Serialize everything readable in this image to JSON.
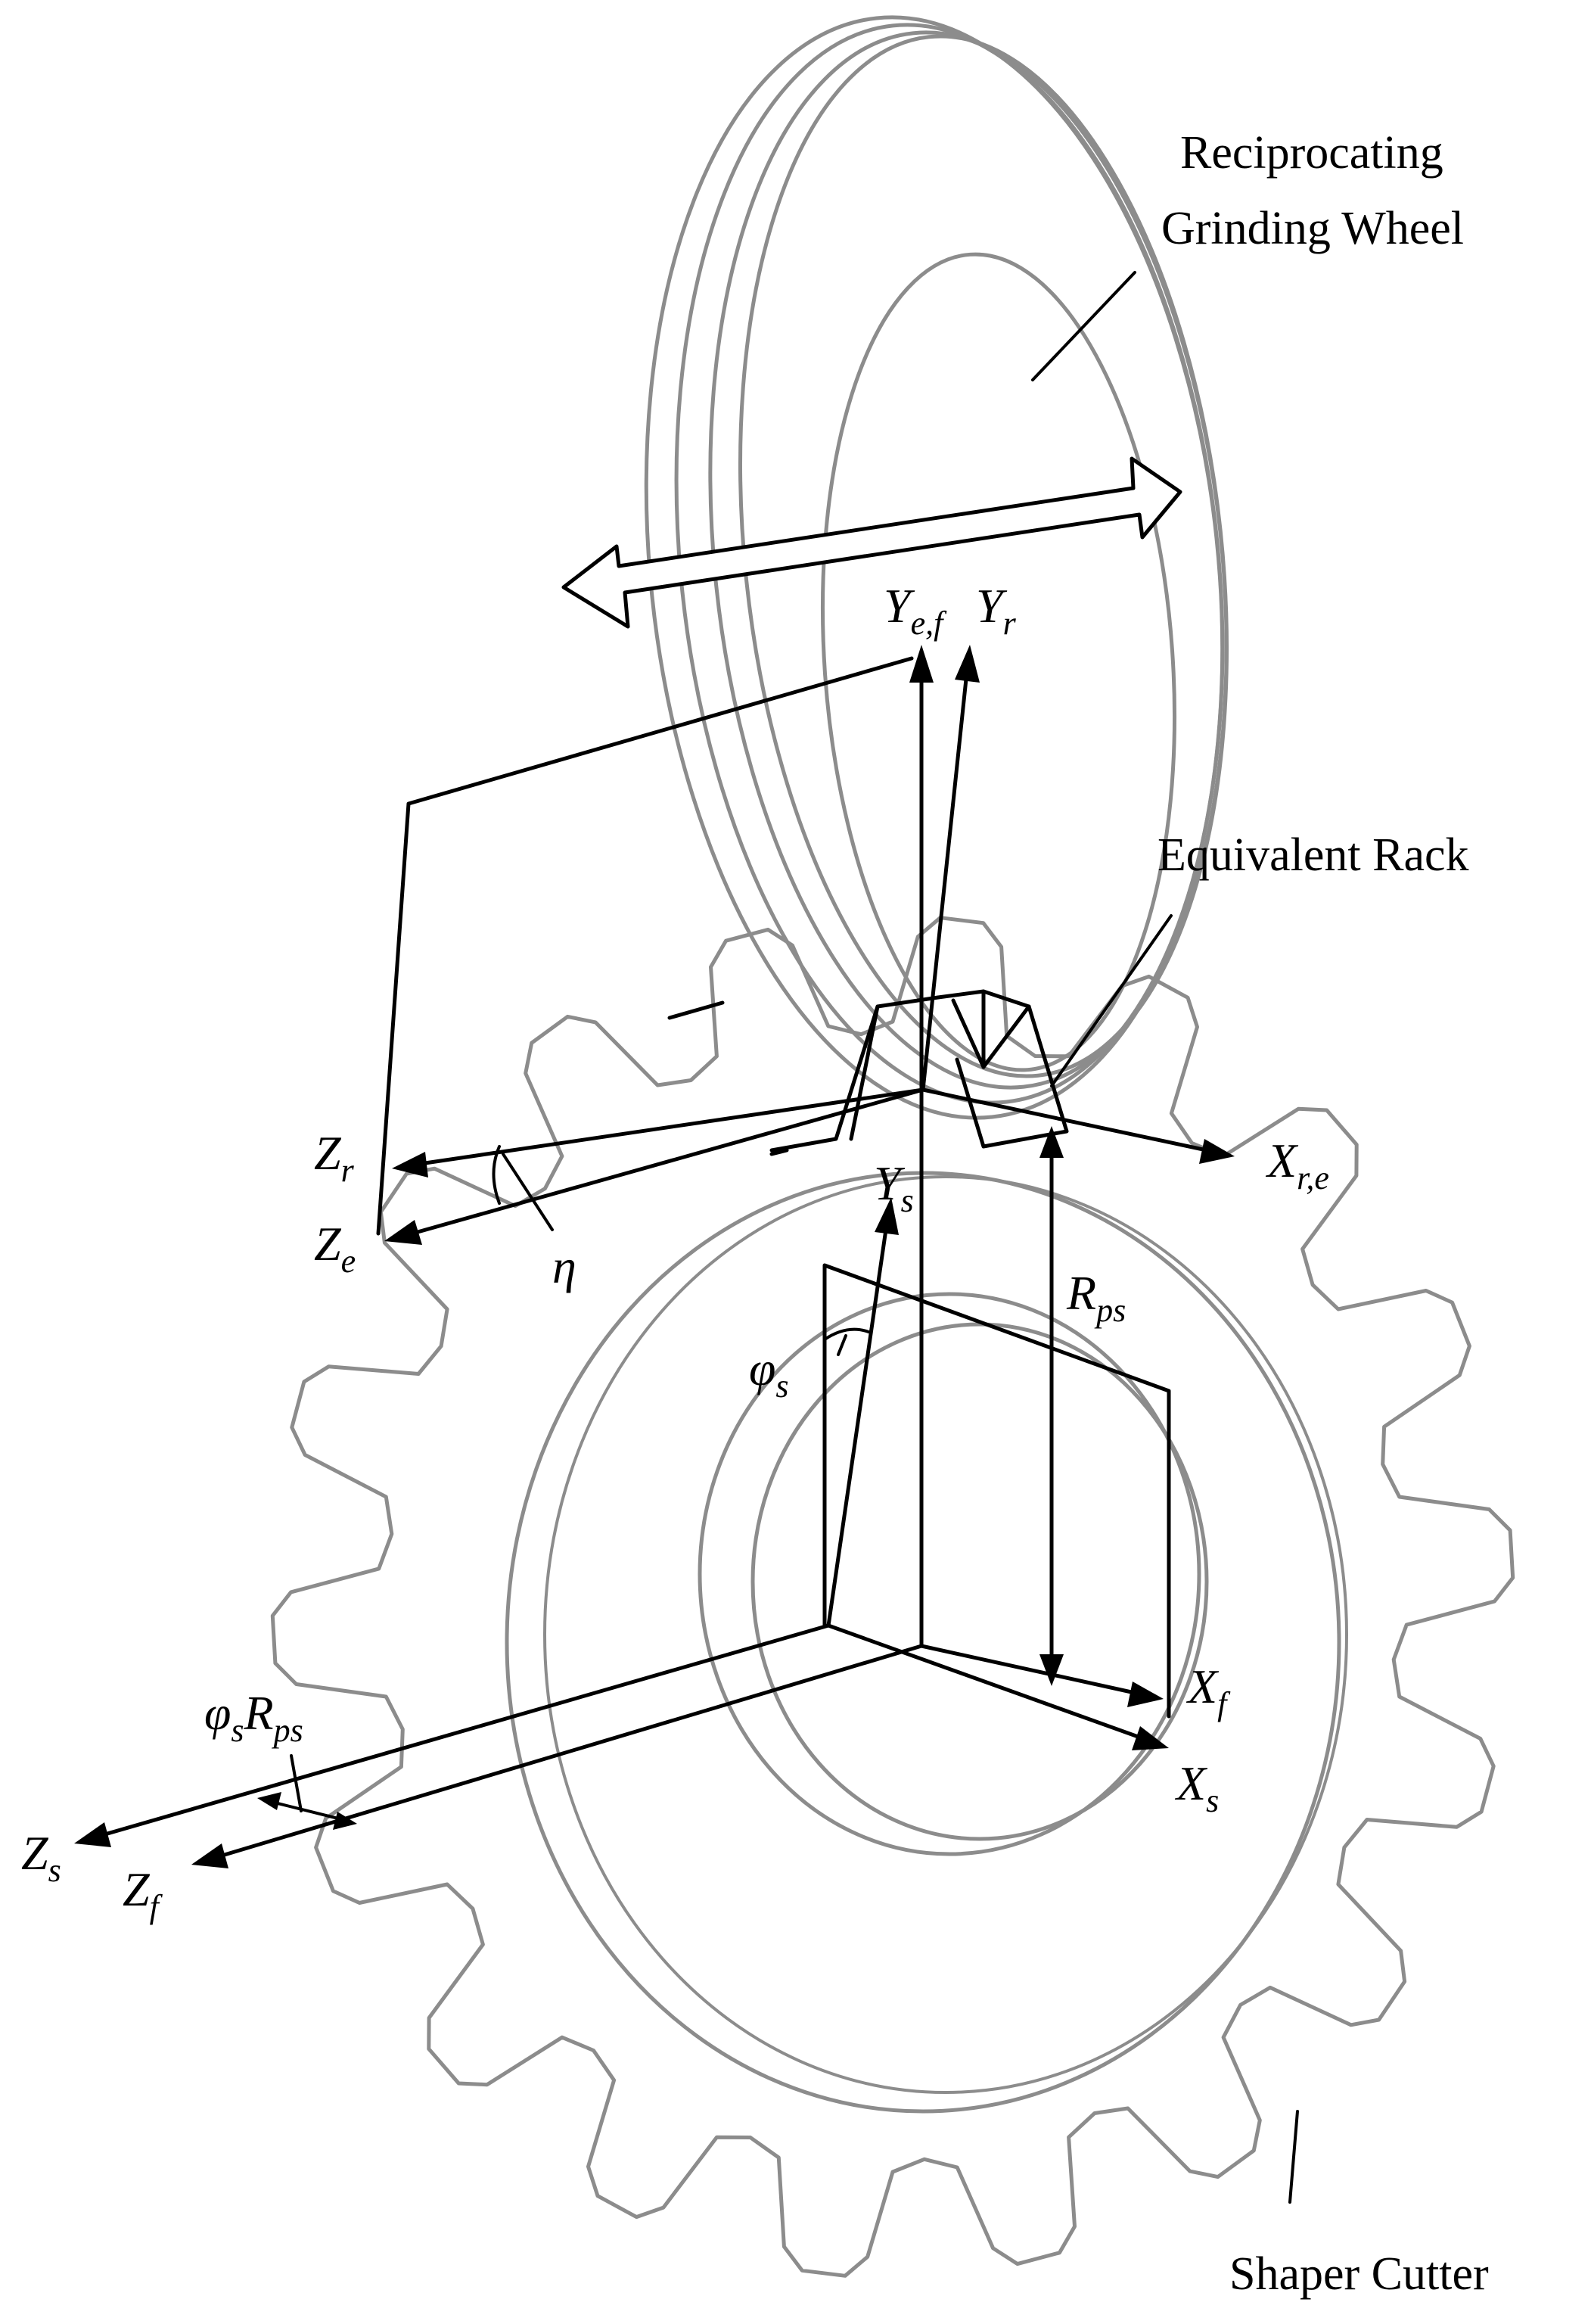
{
  "labels": {
    "grinding_wheel": [
      "Reciprocating",
      "Grinding Wheel"
    ],
    "equivalent_rack": "Equivalent Rack",
    "shaper_cutter": "Shaper Cutter"
  },
  "axes": {
    "y_ef": {
      "base": "Y",
      "sub": "e,f"
    },
    "y_r": {
      "base": "Y",
      "sub": "r"
    },
    "x_re": {
      "base": "X",
      "sub": "r,e"
    },
    "z_r": {
      "base": "Z",
      "sub": "r"
    },
    "z_e": {
      "base": "Z",
      "sub": "e"
    },
    "y_s": {
      "base": "Y",
      "sub": "s"
    },
    "x_f": {
      "base": "X",
      "sub": "f"
    },
    "x_s": {
      "base": "X",
      "sub": "s"
    },
    "z_s": {
      "base": "Z",
      "sub": "s"
    },
    "z_f": {
      "base": "Z",
      "sub": "f"
    }
  },
  "symbols": {
    "eta": "η",
    "rps": {
      "base": "R",
      "sub": "ps"
    },
    "phi_s": {
      "base": "φ",
      "sub": "s"
    },
    "phi_rps": {
      "base1": "φ",
      "sub1": "s",
      "base2": "R",
      "sub2": "ps"
    }
  }
}
